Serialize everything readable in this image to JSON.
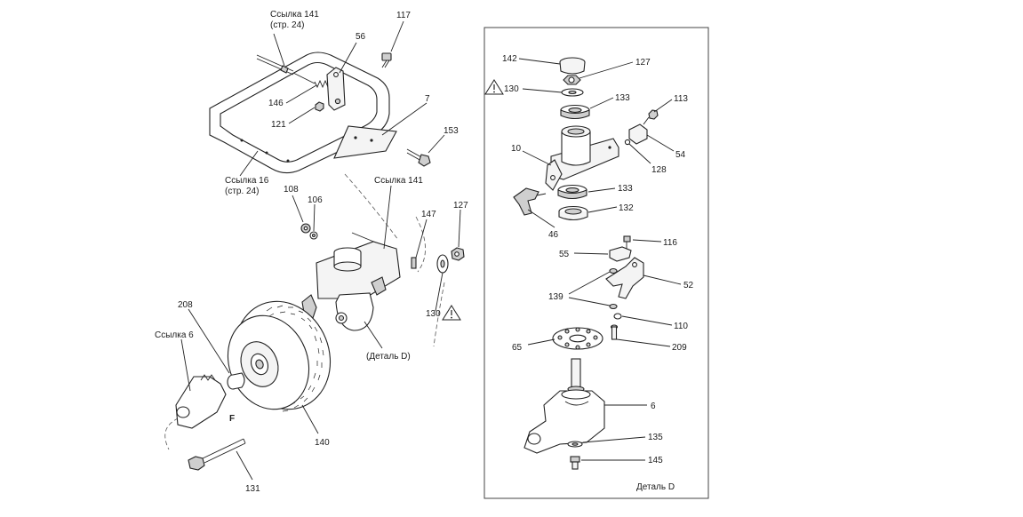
{
  "labels": {
    "ref141_top_a": "Ссылка 141",
    "ref141_top_b": "(стр. 24)",
    "n117": "117",
    "n56": "56",
    "n146": "146",
    "n121": "121",
    "n7": "7",
    "n153": "153",
    "ref16_a": "Ссылка 16",
    "ref16_b": "(стр. 24)",
    "n108": "108",
    "n106": "106",
    "ref141_mid": "Ссылка 141",
    "n147": "147",
    "n127_left": "127",
    "n130_left": "130",
    "n208": "208",
    "ref6": "Ссылка 6",
    "detail_d_ref": "(Деталь D)",
    "f": "F",
    "n140": "140",
    "n131": "131",
    "n142": "142",
    "n127_right": "127",
    "n130_right": "130",
    "n133_top": "133",
    "n113": "113",
    "n10": "10",
    "n54": "54",
    "n128": "128",
    "n133_mid": "133",
    "n132": "132",
    "n46": "46",
    "n116": "116",
    "n55": "55",
    "n52": "52",
    "n139": "139",
    "n110": "110",
    "n65": "65",
    "n209": "209",
    "n6": "6",
    "n135": "135",
    "n145": "145",
    "detail_d_title": "Деталь D"
  },
  "icons": {
    "warning": "warning-triangle-icon"
  }
}
